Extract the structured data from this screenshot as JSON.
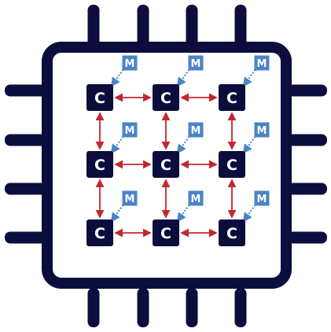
{
  "diagram": {
    "core_label": "C",
    "memory_label": "M",
    "grid": {
      "rows": 3,
      "cols": 3
    },
    "colors": {
      "chip": "#0b0d3d",
      "core": "#0b0d3d",
      "memory": "#4a84c6",
      "memory_link": "#4a84c6",
      "interconnect": "#c0282f",
      "background": "#ffffff"
    },
    "icons": [
      "chip-package",
      "core-node",
      "memory-node",
      "interconnect-arrow",
      "memory-link-arrow"
    ]
  }
}
